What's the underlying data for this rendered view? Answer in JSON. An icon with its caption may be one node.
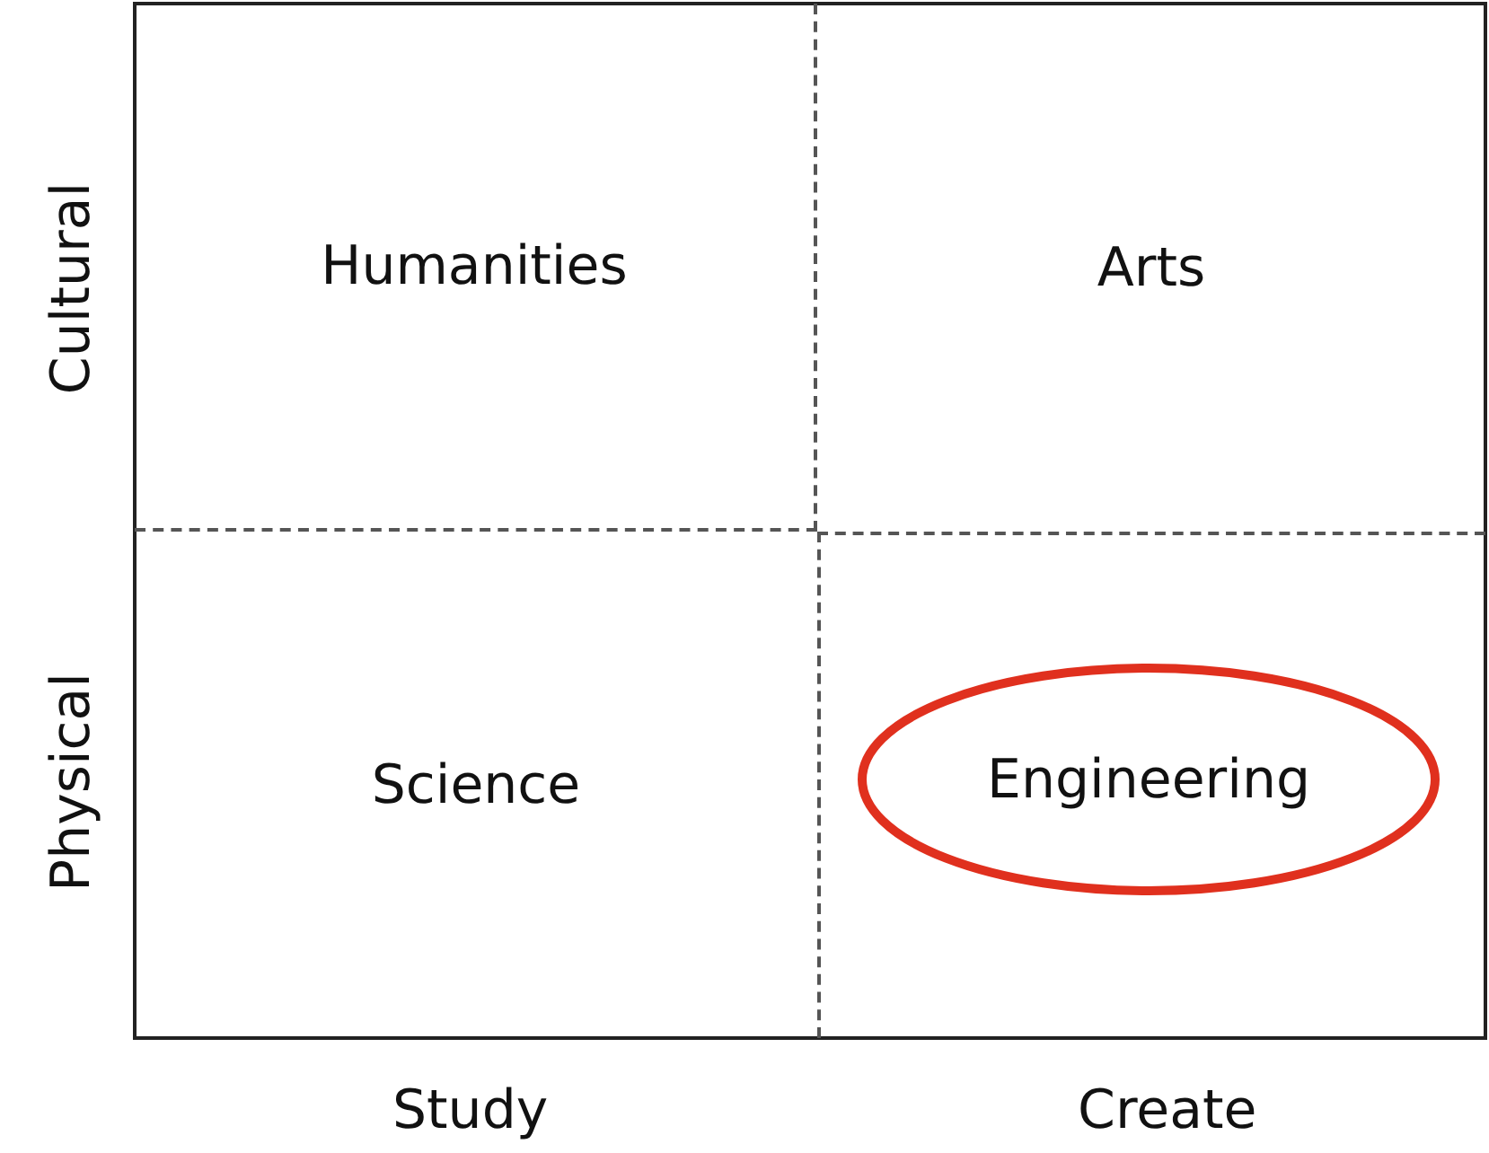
{
  "diagram": {
    "nodes": [
      {
        "text": [
          "Humanities"
        ]
      },
      {
        "text": [
          "Arts"
        ]
      },
      {
        "text": [
          "Science"
        ]
      },
      {
        "text": [],
        "shape": "box"
      },
      {
        "text": [
          "Engineering"
        ],
        "in": 3
      }
    ],
    "labels": [
      "Cultural",
      "Physical",
      "Study",
      "Create"
    ]
  }
}
